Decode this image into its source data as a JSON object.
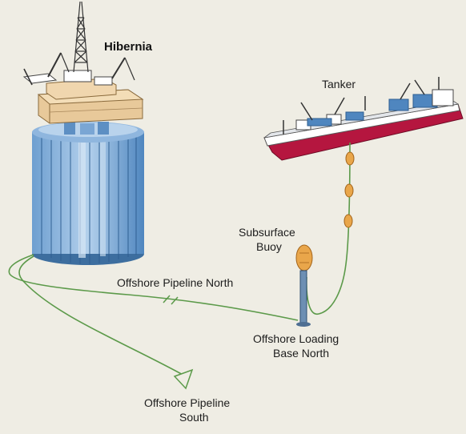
{
  "labels": {
    "platform": "Hibernia",
    "tanker": "Tanker",
    "buoy_line1": "Subsurface",
    "buoy_line2": "Buoy",
    "pipeline_north": "Offshore Pipeline  North",
    "loading_base_line1": "Offshore Loading",
    "loading_base_line2": "Base North",
    "pipeline_south_line1": "Offshore Pipeline",
    "pipeline_south_line2": "South"
  },
  "colors": {
    "background": "#efede4",
    "pipeline": "#5c9a4a",
    "hull": "#b5163f",
    "gbs_blue": "#4f86bf",
    "deck": "#e8c99a",
    "buoy": "#e9a64a"
  }
}
